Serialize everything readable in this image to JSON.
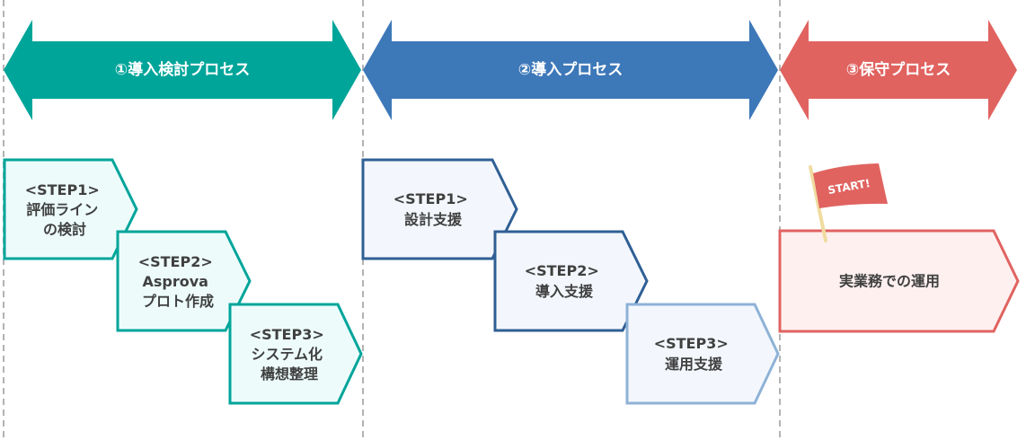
{
  "colors": {
    "phase1": "#00a59a",
    "phase2": "#3d78b9",
    "phase3": "#e06360",
    "phase1_border": "#00a59a",
    "phase1_fill": "#edfcfb",
    "phase2_border": "#2f5f94",
    "phase2_fill": "#f3f7fd",
    "phase2_light_border": "#8fb2d6",
    "phase3_border": "#e06360",
    "phase3_fill": "#fff0f0",
    "text": "#404040",
    "divider": "#b3b3b3",
    "pole": "#f0dca0"
  },
  "phases": [
    {
      "label": "①導入検討プロセス",
      "steps": [
        {
          "lines": [
            "<STEP1>",
            "評価ライン",
            "の検討"
          ]
        },
        {
          "lines": [
            "<STEP2>",
            "Asprova",
            "プロト作成"
          ]
        },
        {
          "lines": [
            "<STEP3>",
            "システム化",
            "構想整理"
          ]
        }
      ]
    },
    {
      "label": "②導入プロセス",
      "steps": [
        {
          "lines": [
            "<STEP1>",
            "設計支援"
          ]
        },
        {
          "lines": [
            "<STEP2>",
            "導入支援"
          ]
        },
        {
          "lines": [
            "<STEP3>",
            "運用支援"
          ]
        }
      ]
    },
    {
      "label": "③保守プロセス",
      "flag": "START!",
      "steps": [
        {
          "lines": [
            "実業務での運用"
          ]
        }
      ]
    }
  ]
}
